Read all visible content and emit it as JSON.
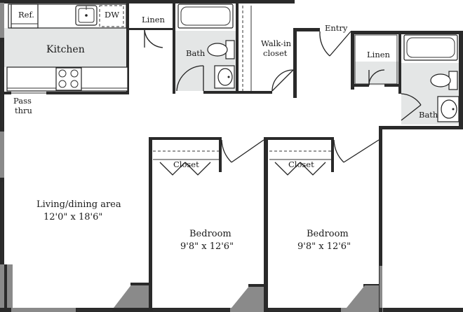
{
  "rooms": {
    "kitchen": "Kitchen",
    "bath_1": "Bath",
    "bath_2": "Bath",
    "walk_in_closet_line1": "Walk-in",
    "walk_in_closet_line2": "closet",
    "living_name": "Living/dining area",
    "living_dims": "12'0\" x 18'6\"",
    "bedroom_1_name": "Bedroom",
    "bedroom_1_dims": "9'8\" x 12'6\"",
    "bedroom_2_name": "Bedroom",
    "bedroom_2_dims": "9'8\" x 12'6\""
  },
  "labels": {
    "refrigerator": "Ref.",
    "dishwasher": "DW",
    "linen_1": "Linen",
    "linen_2": "Linen",
    "entry": "Entry",
    "pass_thru_line1": "Pass",
    "pass_thru_line2": "thru",
    "closet_1": "Closet",
    "closet_2": "Closet"
  }
}
